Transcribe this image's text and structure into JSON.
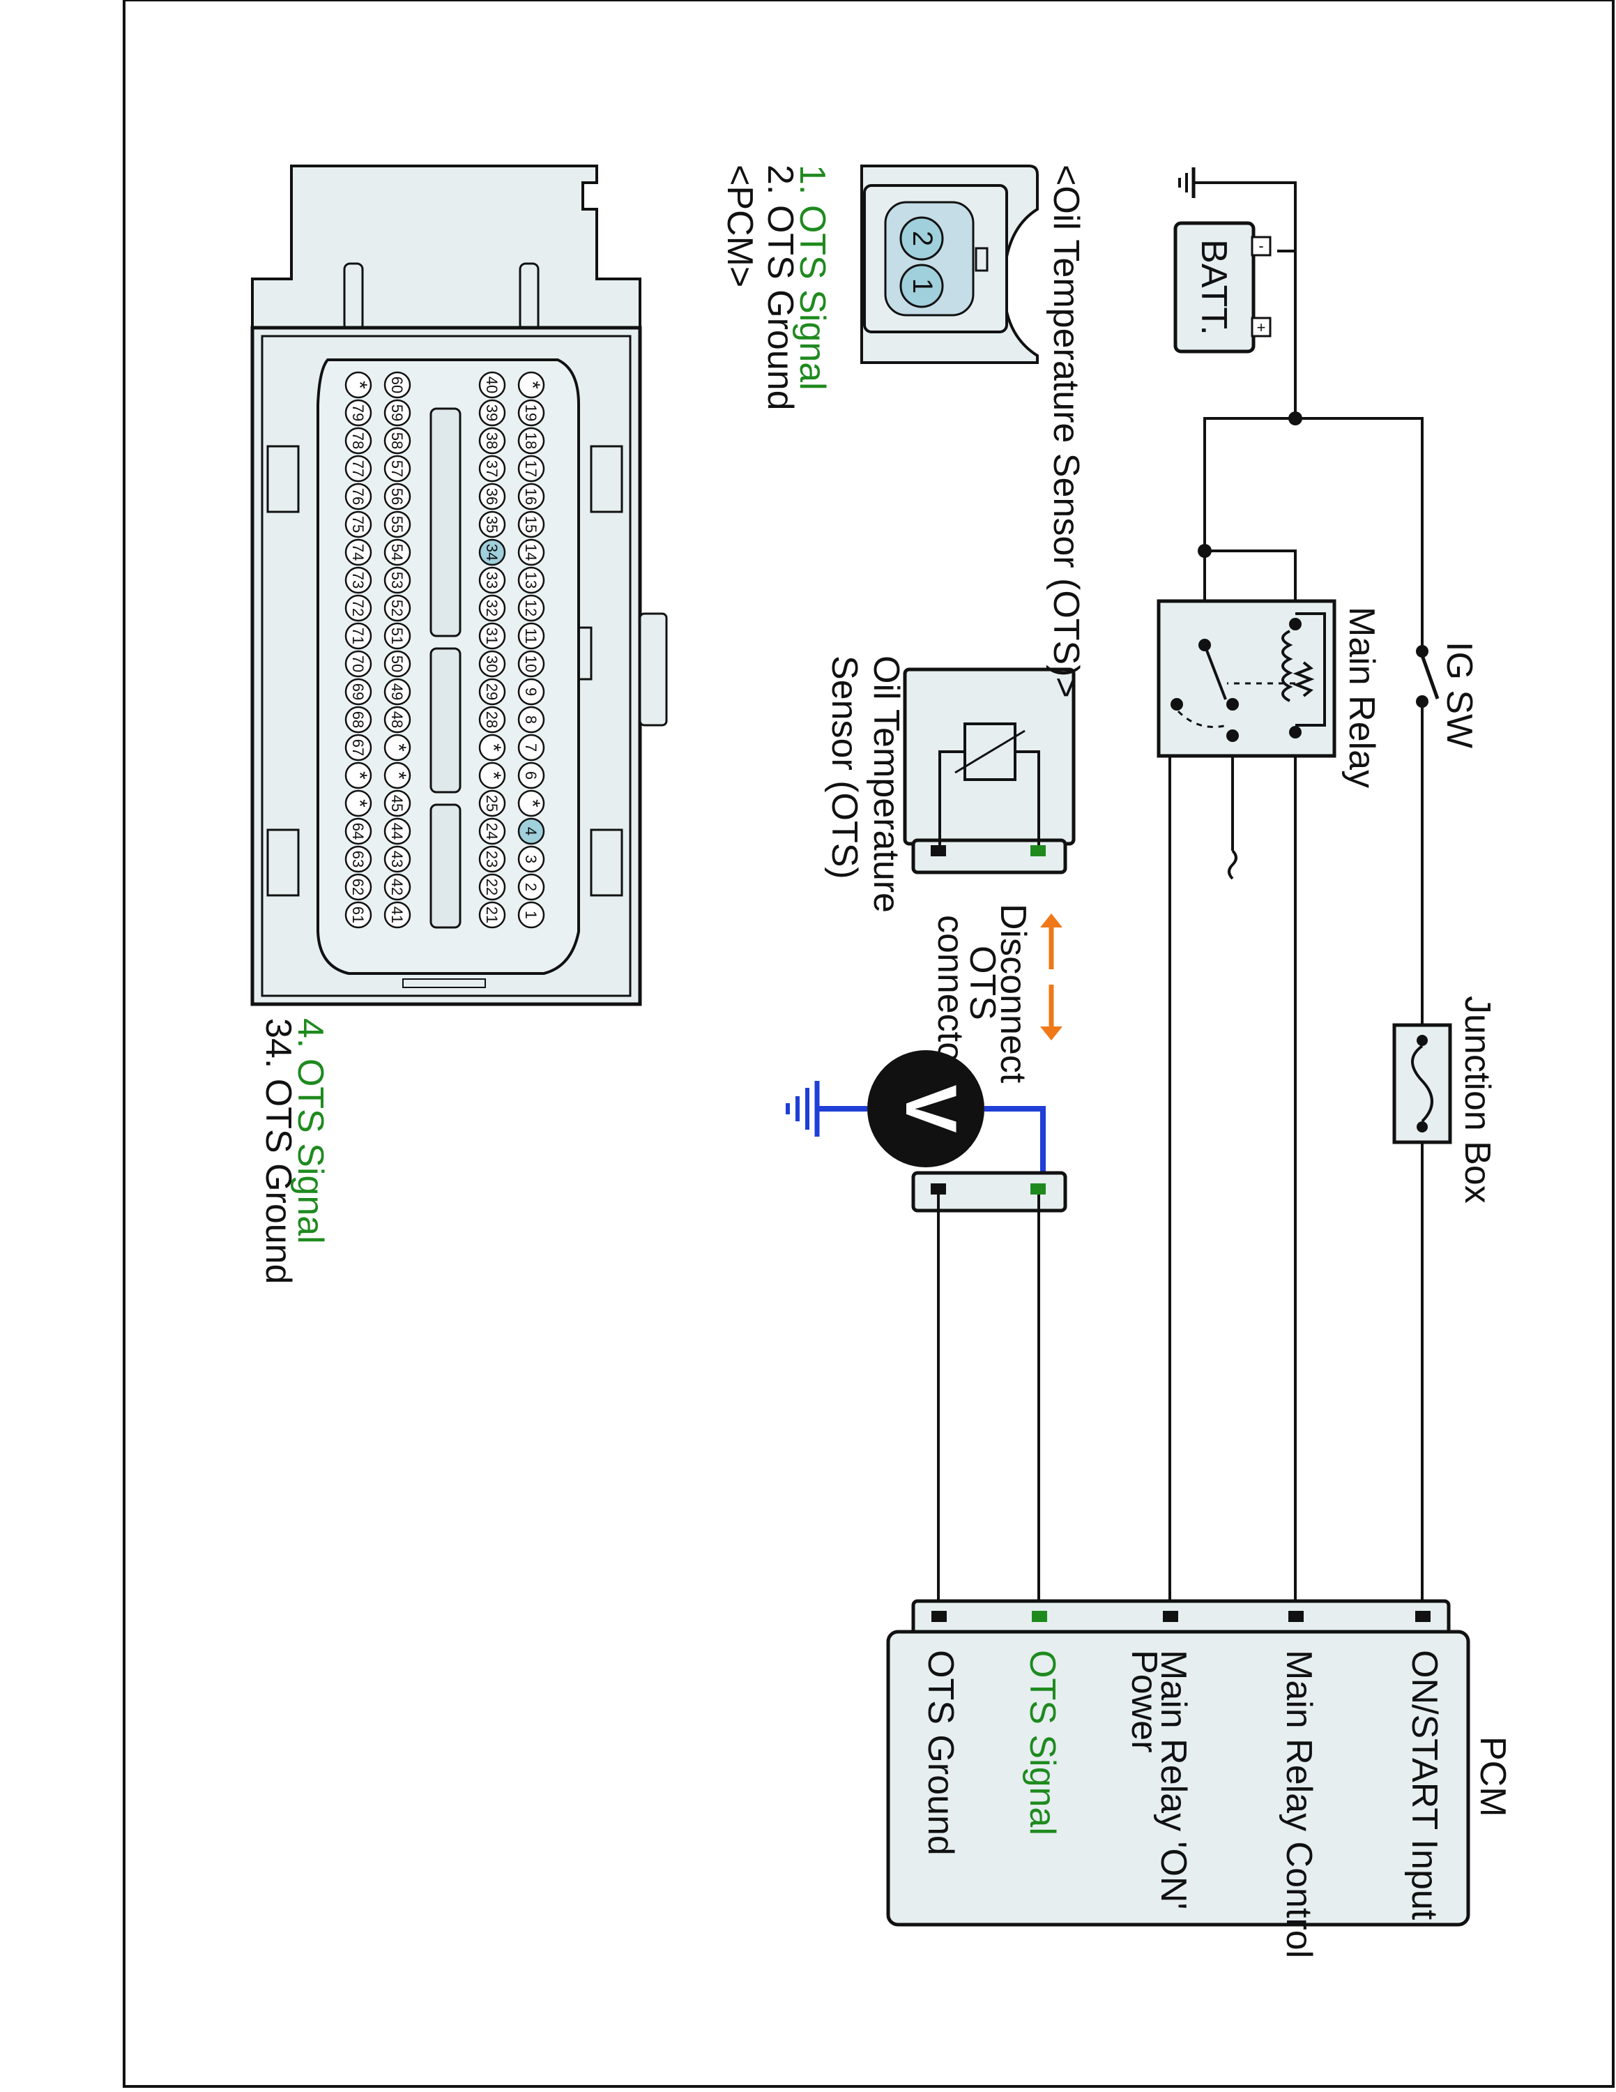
{
  "battery": {
    "label": "BATT.",
    "neg": "-",
    "pos": "+"
  },
  "ig_switch": {
    "label": "IG SW"
  },
  "main_relay": {
    "label": "Main Relay"
  },
  "junction_box": {
    "label": "Junction Box"
  },
  "ots_sensor": {
    "label_line1": "Oil Temperature",
    "label_line2": "Sensor (OTS)"
  },
  "disconnect": {
    "line1": "Disconnect",
    "line2": "OTS",
    "line3": "connector"
  },
  "voltmeter": {
    "symbol": "V"
  },
  "pcm_box": {
    "title": "PCM",
    "pins": [
      {
        "label": "ON/START Input"
      },
      {
        "label": "Main Relay Control"
      },
      {
        "label": "Main Relay 'ON'",
        "label2": "Power"
      },
      {
        "label": "OTS Signal"
      },
      {
        "label": "OTS Ground"
      }
    ]
  },
  "ots_connector": {
    "title": "<Oil Temperature Sensor (OTS)>",
    "pin_a": "2",
    "pin_b": "1",
    "legend1": "1. OTS Signal",
    "legend2": "2. OTS Ground"
  },
  "pcm_connector": {
    "title": "<PCM>",
    "legend1": "4. OTS Signal",
    "legend2": "34. OTS Ground",
    "row1": [
      "*",
      "19",
      "18",
      "17",
      "16",
      "15",
      "14",
      "13",
      "12",
      "11",
      "10",
      "9",
      "8",
      "7",
      "6",
      "*",
      "4",
      "3",
      "2",
      "1"
    ],
    "row2": [
      "40",
      "39",
      "38",
      "37",
      "36",
      "35",
      "34",
      "33",
      "32",
      "31",
      "30",
      "29",
      "28",
      "*",
      "*",
      "25",
      "24",
      "23",
      "22",
      "21"
    ],
    "row3": [
      "60",
      "59",
      "58",
      "57",
      "56",
      "55",
      "54",
      "53",
      "52",
      "51",
      "50",
      "49",
      "48",
      "*",
      "*",
      "45",
      "44",
      "43",
      "42",
      "41"
    ],
    "row4": [
      "*",
      "79",
      "78",
      "77",
      "76",
      "75",
      "74",
      "73",
      "72",
      "71",
      "70",
      "69",
      "68",
      "67",
      "*",
      "*",
      "64",
      "63",
      "62",
      "61"
    ],
    "highlight": [
      "4",
      "34"
    ]
  },
  "colors": {
    "signal_green": "#1e8a1e",
    "probe_blue": "#1f3fd6",
    "arrow_orange": "#f07818",
    "box_fill": "#e6eef0",
    "pin_highlight": "#9fd0dc"
  }
}
